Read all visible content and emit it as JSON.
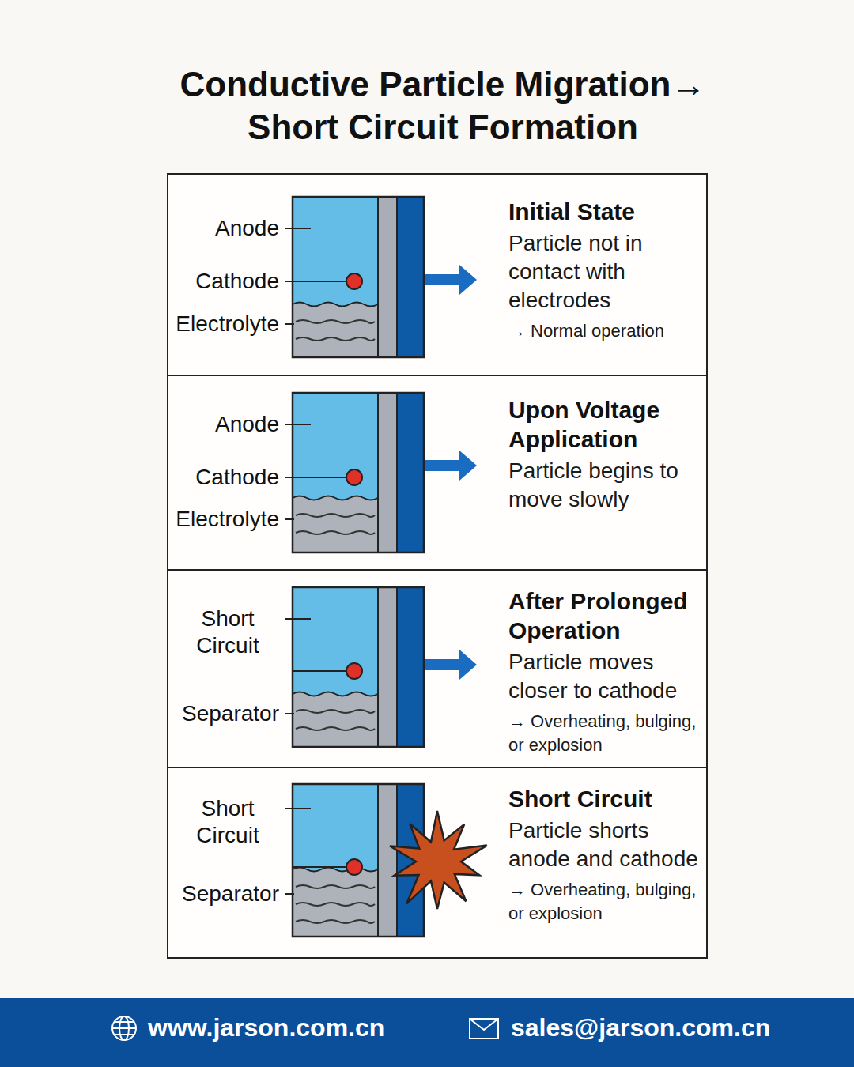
{
  "diagram": {
    "title": "Conductive Particle Migration→ Short Circuit Formation",
    "nodes": [
      {
        "text": [
          "Initial State",
          "Particle not in contact with electrodes",
          "→ Normal operation"
        ]
      },
      {
        "text": [
          "Upon Voltage Application",
          "Particle begins to move slowly"
        ]
      },
      {
        "text": [
          "After Prolonged Operation",
          "Particle moves closer to cathode",
          "→ Overheating, bulging, or explosion"
        ]
      },
      {
        "text": [
          "Short Circuit",
          "Particle shorts anode and cathode",
          "→ Overheating, bulging, or explosion"
        ]
      },
      {
        "text": [
          "www.jarson.com.cn",
          "sales@jarson.com.cn"
        ]
      }
    ],
    "labels": [
      "Anode",
      "Cathode",
      "Electrolyte",
      "Anode",
      "Cathode",
      "Electrolyte",
      "Short Circuit",
      "Separator",
      "Short Circuit",
      "Separator"
    ]
  }
}
